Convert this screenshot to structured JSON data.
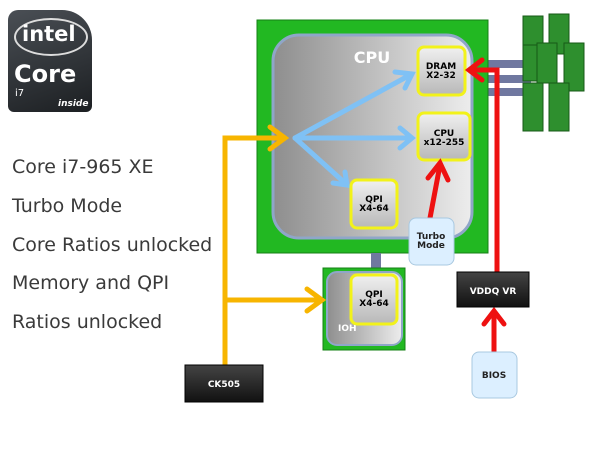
{
  "logo": {
    "brand": "intel",
    "product": "Core",
    "model": "i7",
    "tagline": "inside"
  },
  "features": [
    "Core i7-965 XE",
    "Turbo Mode",
    "Core Ratios unlocked",
    "Memory and QPI",
    "Ratios unlocked"
  ],
  "cpu": {
    "label": "CPU",
    "dram": [
      "DRAM",
      "X2-32"
    ],
    "core": [
      "CPU",
      "x12-255"
    ],
    "qpi": [
      "QPI",
      "X4-64"
    ]
  },
  "turbo": [
    "Turbo",
    "Mode"
  ],
  "ioh": {
    "label": "IOH",
    "qpi": [
      "QPI",
      "X4-64"
    ]
  },
  "vddq": "VDDQ VR",
  "bios": "BIOS",
  "clock": "CK505",
  "colors": {
    "package": "#22b822",
    "clock_arrow": "#f7b500",
    "voltage_arrow": "#ee1111",
    "internal_arrow": "#7fc1f5",
    "ratio_box_border": "#f2f21a"
  }
}
